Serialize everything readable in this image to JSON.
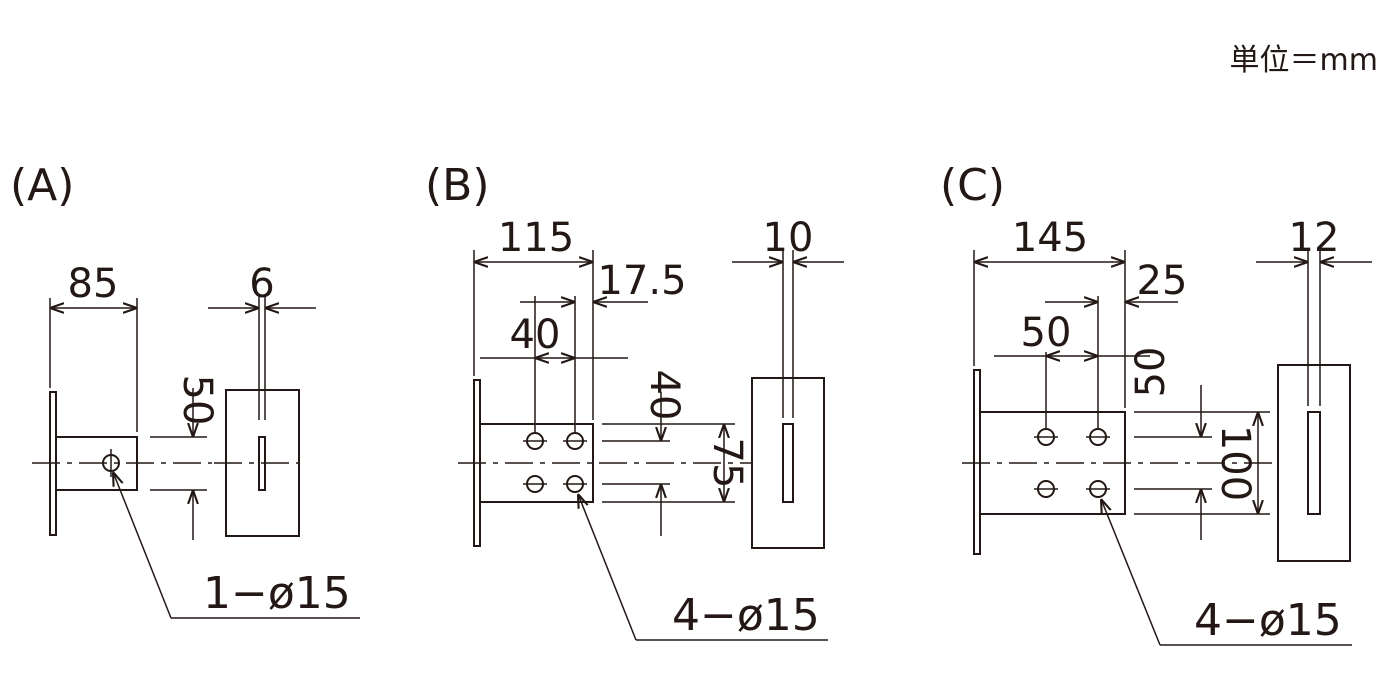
{
  "unit_note": "単位＝mm",
  "colors": {
    "line": "#231815",
    "background": "#ffffff"
  },
  "views": {
    "A": {
      "label": "(A)",
      "dim_length": "85",
      "dim_thickness": "6",
      "dim_offset": "50",
      "callout": "1−ø15"
    },
    "B": {
      "label": "(B)",
      "dim_length": "115",
      "dim_edge": "17.5",
      "dim_pitch_h": "40",
      "dim_pitch_v": "40",
      "dim_height": "75",
      "dim_thickness": "10",
      "callout": "4−ø15"
    },
    "C": {
      "label": "(C)",
      "dim_length": "145",
      "dim_edge": "25",
      "dim_pitch_h": "50",
      "dim_pitch_v": "50",
      "dim_height": "100",
      "dim_thickness": "12",
      "callout": "4−ø15"
    }
  }
}
